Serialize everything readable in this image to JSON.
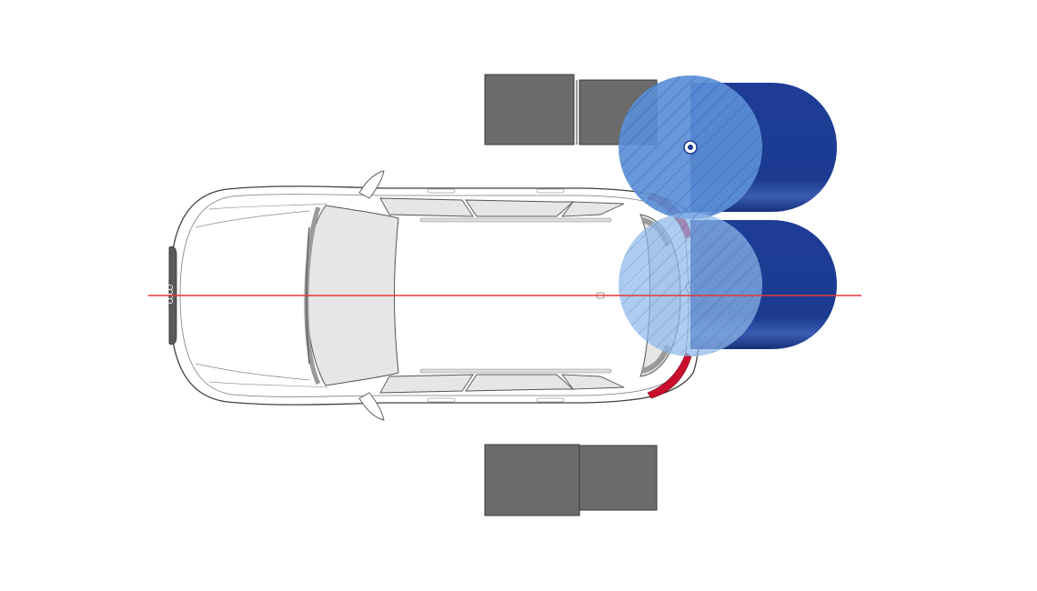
{
  "diagram": {
    "subject": "car-top-view-rear-sensor-calibration",
    "vehicle_view": "top-down",
    "logo_text": "Audi",
    "colors": {
      "background": "#ffffff",
      "car_body": "#ffffff",
      "car_outline": "#404040",
      "glass": "#e6e6e6",
      "trim": "#9a9a9a",
      "dark_block": "#6b6b6b",
      "block_outline": "#3a3a3a",
      "target_dark_blue": "#1c3a8f",
      "target_light_blue": "#5b8fd6",
      "target_light_blue_alt": "#8db8ea",
      "centerline_red": "#e53935",
      "taillight_red": "#c8102e"
    }
  }
}
